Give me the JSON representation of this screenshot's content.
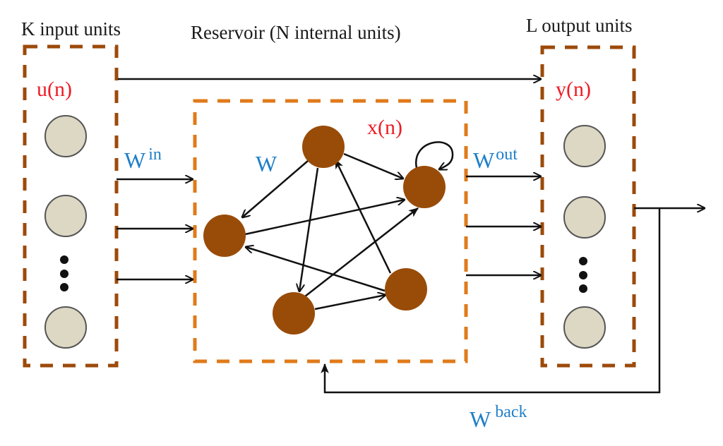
{
  "diagram": {
    "type": "echo-state-network",
    "colors": {
      "io_box_border": "#9c4a0a",
      "reservoir_border": "#e07a1a",
      "io_unit_fill": "#ddd8c4",
      "reservoir_unit_fill": "#994c08",
      "variable_text": "#ee1c25",
      "weight_text": "#1f7fc8",
      "arrow": "#111111"
    },
    "input_layer": {
      "title": "K input units",
      "variable": "u(n)",
      "unit_count_shown": 3,
      "ellipsis": true
    },
    "reservoir": {
      "title": "Reservoir (N internal units)",
      "variable": "x(n)",
      "weight_label": "W",
      "node_count": 5,
      "nodes": [
        "top",
        "right",
        "left",
        "bottom-left",
        "bottom-right"
      ],
      "edges": [
        {
          "from": "top",
          "to": "right"
        },
        {
          "from": "top",
          "to": "left"
        },
        {
          "from": "top",
          "to": "bottom-left"
        },
        {
          "from": "bottom-right",
          "to": "top"
        },
        {
          "from": "left",
          "to": "right"
        },
        {
          "from": "bottom-right",
          "to": "left"
        },
        {
          "from": "bottom-left",
          "to": "right"
        },
        {
          "from": "bottom-left",
          "to": "bottom-right"
        },
        {
          "from": "right",
          "to": "right"
        }
      ]
    },
    "output_layer": {
      "title": "L output units",
      "variable": "y(n)",
      "unit_count_shown": 3,
      "ellipsis": true
    },
    "weights": {
      "input": {
        "base": "W",
        "sup": "in"
      },
      "output": {
        "base": "W",
        "sup": "out"
      },
      "feedback": {
        "base": "W",
        "sup": "back"
      }
    }
  }
}
